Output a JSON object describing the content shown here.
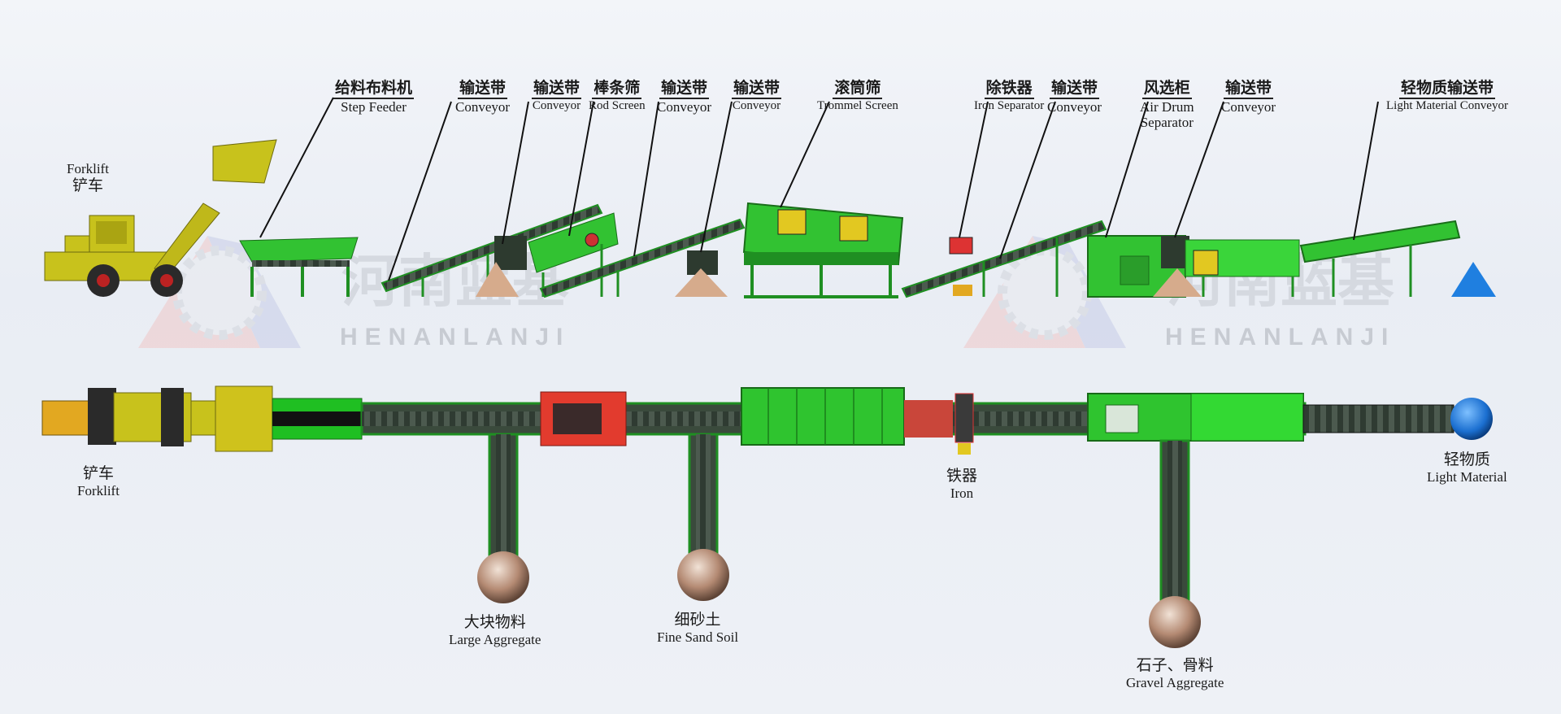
{
  "colors": {
    "machine_green": "#2fc42f",
    "machine_dark_green": "#1f8f22",
    "belt_dark": "#2d3a2f",
    "loader_yellow": "#c8c21c",
    "red_frame": "#e23b2e",
    "cone_sand": "#d6ab8c",
    "cone_blue": "#1f7fe0",
    "watermark": "#c9cdd4"
  },
  "watermark": {
    "brand_text": "HENANLANJI",
    "brand_cn": "河南蓝基"
  },
  "top_labels": {
    "forklift": {
      "en": "Forklift",
      "zh": "铲车"
    },
    "step_feeder": {
      "zh": "给料布料机",
      "en": "Step Feeder"
    },
    "conveyor1": {
      "zh": "输送带",
      "en": "Conveyor"
    },
    "conveyor2": {
      "zh": "输送带",
      "en": "Conveyor"
    },
    "rod_screen": {
      "zh": "棒条筛",
      "en": "Rod Screen"
    },
    "conveyor3": {
      "zh": "输送带",
      "en": "Conveyor"
    },
    "conveyor4": {
      "zh": "输送带",
      "en": "Conveyor"
    },
    "trommel": {
      "zh": "滚筒筛",
      "en": "Trommel Screen"
    },
    "iron_sep": {
      "zh": "除铁器",
      "en": "Iron Separator"
    },
    "conveyor5": {
      "zh": "输送带",
      "en": "Conveyor"
    },
    "air_drum": {
      "zh": "风选柜",
      "en1": "Air Drum",
      "en2": "Separator"
    },
    "conveyor6": {
      "zh": "输送带",
      "en": "Conveyor"
    },
    "light_conv": {
      "zh": "轻物质输送带",
      "en": "Light Material Conveyor"
    }
  },
  "bottom_labels": {
    "forklift": {
      "zh": "铲车",
      "en": "Forklift"
    },
    "large_agg": {
      "zh": "大块物料",
      "en": "Large Aggregate"
    },
    "fine_sand": {
      "zh": "细砂土",
      "en": "Fine Sand Soil"
    },
    "iron": {
      "zh": "铁器",
      "en": "Iron"
    },
    "gravel": {
      "zh": "石子、骨料",
      "en": "Gravel Aggregate"
    },
    "light_mat": {
      "zh": "轻物质",
      "en": "Light Material"
    }
  }
}
